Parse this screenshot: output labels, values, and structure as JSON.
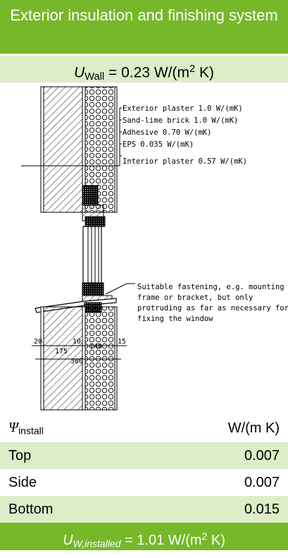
{
  "header": {
    "title": "Exterior insulation and finishing system"
  },
  "u_wall": {
    "symbol": "U",
    "subscript": "Wall",
    "value_text": "= 0.23 W/(m",
    "exponent": "2",
    "unit_tail": " K)"
  },
  "drawing": {
    "layers": [
      "Exterior plaster 1.0 W/(mK)",
      "Sand-lime brick 1.0 W/(mK)",
      "Adhesive 0.70 W/(mK)",
      "EPS 0.035 W/(mK)",
      "Interior plaster 0.57 W/(mK)"
    ],
    "note_lines": [
      "Suitable fastening, e.g. mounting",
      "frame or bracket, but only",
      "protruding as far as necessary for",
      "fixing the window"
    ],
    "dimensions": {
      "d20": "20",
      "d175": "175",
      "d10": "10",
      "d140": "140",
      "d15": "15",
      "d360": "360"
    }
  },
  "psi_table": {
    "symbol": "Ψ",
    "subscript": "install",
    "unit": "W/(m K)",
    "rows": [
      {
        "label": "Top",
        "value": "0.007"
      },
      {
        "label": "Side",
        "value": "0.007"
      },
      {
        "label": "Bottom",
        "value": "0.015"
      }
    ]
  },
  "footer": {
    "symbol": "U",
    "subscript": "W,installed",
    "value_text": " = 1.01 W/(m",
    "exponent": "2",
    "unit_tail": " K)"
  },
  "colors": {
    "brand_green": "#76b82a",
    "light_green": "#dcedc8"
  }
}
